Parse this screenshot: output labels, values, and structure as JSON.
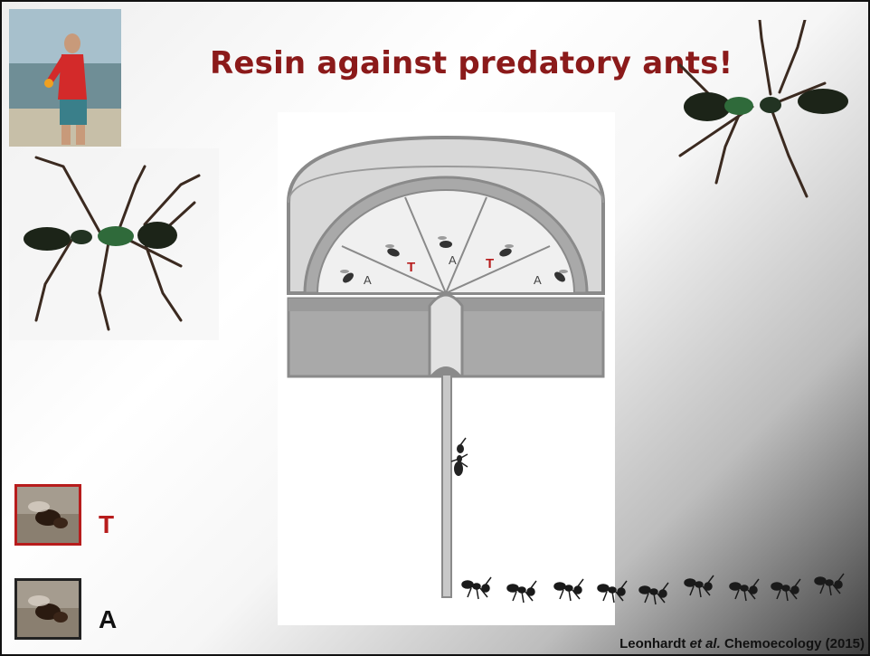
{
  "slide": {
    "title": "Resin against predatory ants!"
  },
  "diagram": {
    "sector_labels": [
      "A",
      "T",
      "A",
      "T",
      "A"
    ]
  },
  "legend": {
    "t_label": "T",
    "a_label": "A"
  },
  "citation": {
    "author": "Leonhardt",
    "etal": "et al.",
    "journal": "Chemoecology",
    "year": "(2015)"
  },
  "colors": {
    "title": "#8b1a1a",
    "treatment": "#b71c1c",
    "apparatus": "#8a8a8a",
    "ant_body": "#1c2418",
    "ant_sheen": "#2f6a3a"
  }
}
